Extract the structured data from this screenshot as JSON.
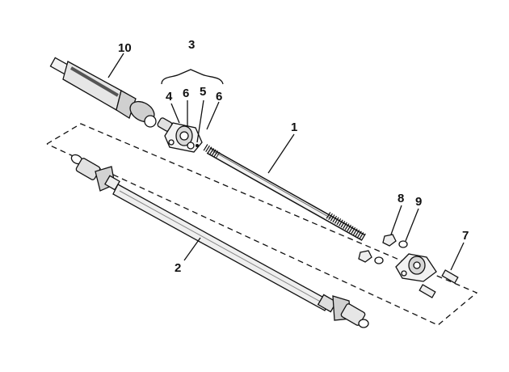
{
  "diagram": {
    "callouts": [
      {
        "id": "c10",
        "text": "10"
      },
      {
        "id": "c3",
        "text": "3"
      },
      {
        "id": "c4",
        "text": "4"
      },
      {
        "id": "c6a",
        "text": "6"
      },
      {
        "id": "c5",
        "text": "5"
      },
      {
        "id": "c6b",
        "text": "6"
      },
      {
        "id": "c1",
        "text": "1"
      },
      {
        "id": "c8",
        "text": "8"
      },
      {
        "id": "c9",
        "text": "9"
      },
      {
        "id": "c7",
        "text": "7"
      },
      {
        "id": "c2",
        "text": "2"
      }
    ],
    "colors": {
      "ink": "#111111",
      "paper": "#ffffff"
    }
  }
}
